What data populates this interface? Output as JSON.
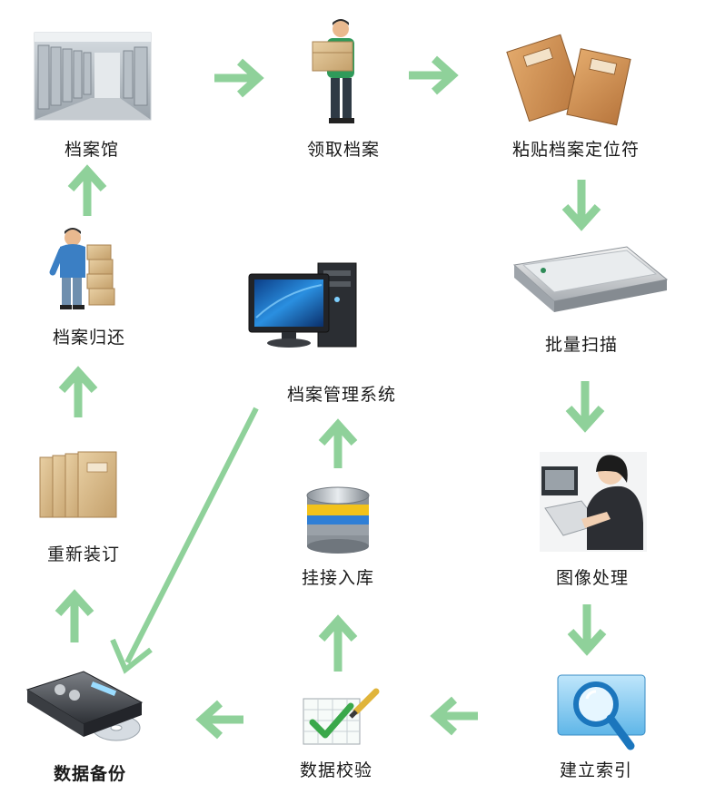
{
  "nodes": {
    "archive_hall": "档案馆",
    "retrieve": "领取档案",
    "label_paste": "粘贴档案定位符",
    "batch_scan": "批量扫描",
    "image_process": "图像处理",
    "build_index": "建立索引",
    "data_verify": "数据校验",
    "data_backup": "数据备份",
    "rebind": "重新装订",
    "return_archive": "档案归还",
    "mount_storage": "挂接入库",
    "management_system": "档案管理系统"
  },
  "colors": {
    "arrow": "#8fd19a",
    "text": "#1a1a1a"
  },
  "icons": {
    "archive_hall": "archive-room-icon",
    "retrieve": "worker-carrying-box-icon",
    "label_paste": "archive-folders-icon",
    "batch_scan": "flatbed-scanner-icon",
    "image_process": "woman-at-computer-icon",
    "build_index": "magnifier-screen-icon",
    "data_verify": "checklist-chart-icon",
    "data_backup": "disc-drive-icon",
    "rebind": "archive-boxes-icon",
    "return_archive": "worker-with-boxes-icon",
    "mount_storage": "database-cylinder-icon",
    "management_system": "desktop-computer-icon"
  }
}
